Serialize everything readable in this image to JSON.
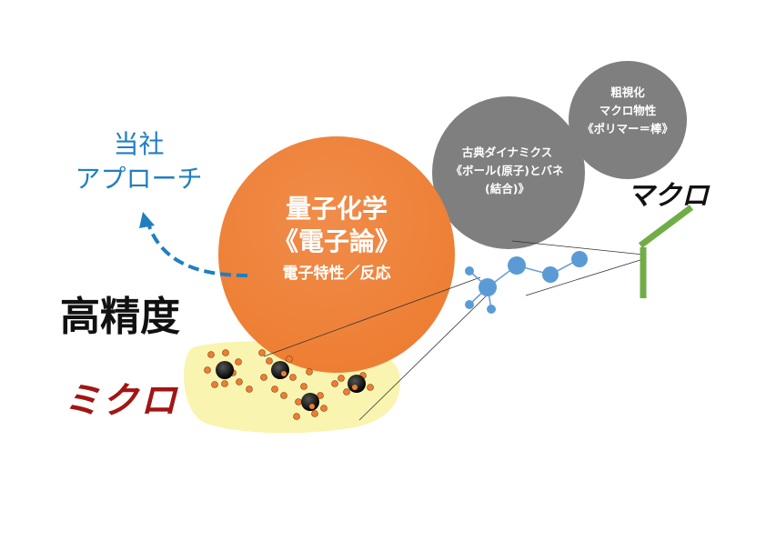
{
  "approach": {
    "line1": "当社",
    "line2": "アプローチ"
  },
  "labels": {
    "high_precision": "高精度",
    "micro": "ミクロ",
    "macro": "マクロ"
  },
  "quantum": {
    "title": "量子化学",
    "subtitle": "《電子論》",
    "detail": "電子特性／反応"
  },
  "classical": {
    "line1": "古典ダイナミクス",
    "line2": "《ボール(原子)とバネ",
    "line3": "(結合)》"
  },
  "coarse": {
    "line1": "粗視化",
    "line2": "マクロ物性",
    "line3": "《ポリマー＝棒》"
  },
  "colors": {
    "quantum_circle": "#ed7d31",
    "gray_circles": "#7f7f7f",
    "approach_text": "#1f7fc1",
    "micro_text": "#a31515",
    "macro_rod": "#70ad47",
    "micro_highlight": "#f8f3a6",
    "atom_nodes": "#5b9bd5",
    "electrons": "#ed7d31"
  }
}
